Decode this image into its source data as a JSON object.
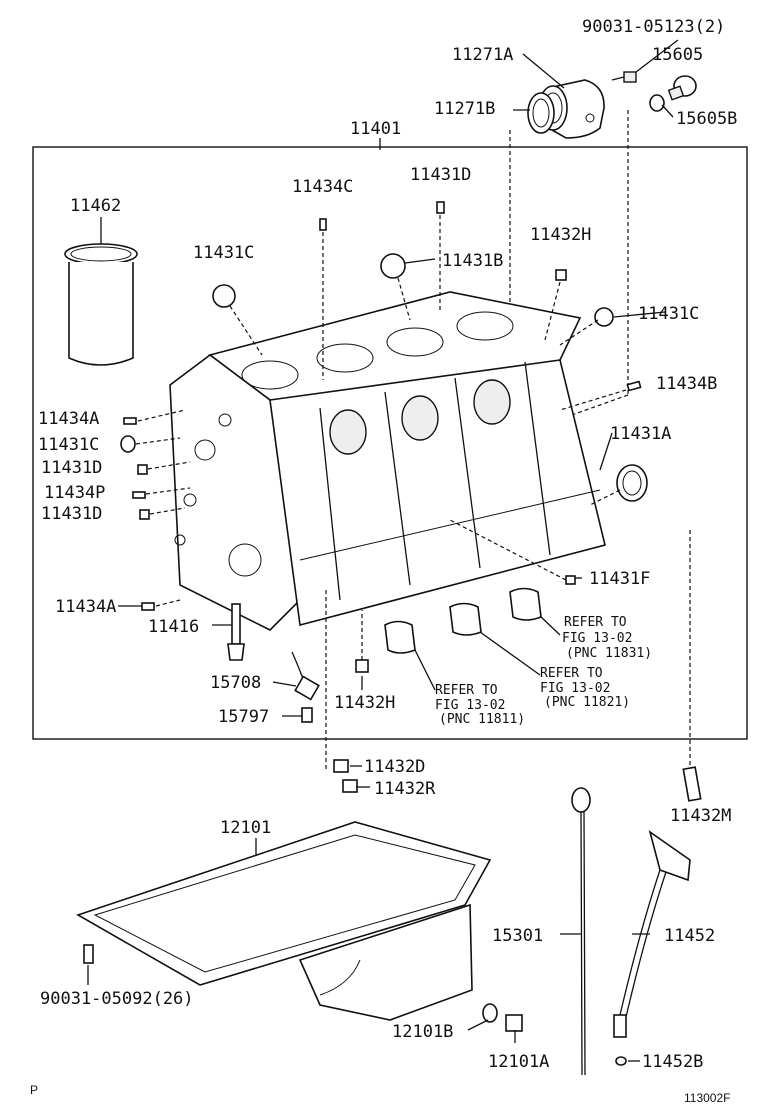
{
  "labels": {
    "p90031_05123": "90031-05123(2)",
    "p11271A": "11271A",
    "p15605": "15605",
    "p11271B": "11271B",
    "p15605B": "15605B",
    "p11401": "11401",
    "p11462": "11462",
    "p11434C": "11434C",
    "p11431D_top": "11431D",
    "p11432H_top": "11432H",
    "p11431C_left": "11431C",
    "p11431B": "11431B",
    "p11431C_right": "11431C",
    "p11434B": "11434B",
    "p11434A_1": "11434A",
    "p11431C_mid": "11431C",
    "p11431D_mid": "11431D",
    "p11434P": "11434P",
    "p11431D_low": "11431D",
    "p11431A": "11431A",
    "p11431F": "11431F",
    "p11434A_2": "11434A",
    "p11416": "11416",
    "p15708": "15708",
    "p15797": "15797",
    "p11432H_low": "11432H",
    "p11432D": "11432D",
    "p11432R": "11432R",
    "p11432M": "11432M",
    "p12101": "12101",
    "p15301": "15301",
    "p11452": "11452",
    "p90031_05092": "90031-05092(26)",
    "p12101B": "12101B",
    "p12101A": "12101A",
    "p11452B": "11452B"
  },
  "refs": {
    "ref1_l1": "REFER TO",
    "ref1_l2": "FIG 13-02",
    "ref1_l3": "(PNC 11831)",
    "ref2_l1": "REFER TO",
    "ref2_l2": "FIG 13-02",
    "ref2_l3": "(PNC 11821)",
    "ref3_l1": "REFER TO",
    "ref3_l2": "FIG 13-02",
    "ref3_l3": "(PNC 11811)"
  },
  "footer": {
    "left_mark": "P",
    "figure_code": "113002F"
  }
}
